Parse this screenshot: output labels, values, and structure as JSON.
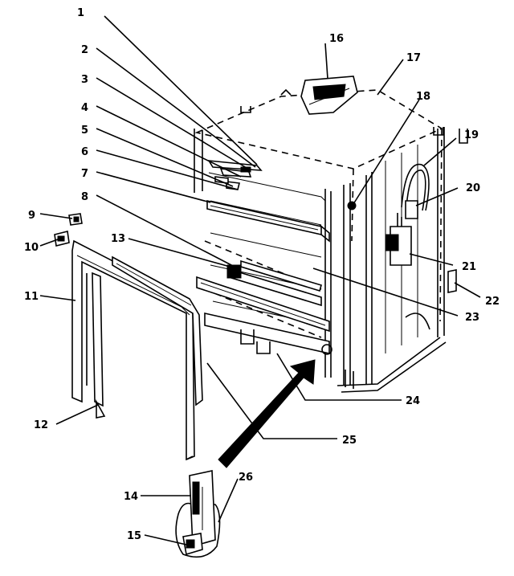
{
  "diagram": {
    "callouts": [
      {
        "id": "1",
        "label": "1"
      },
      {
        "id": "2",
        "label": "2"
      },
      {
        "id": "3",
        "label": "3"
      },
      {
        "id": "4",
        "label": "4"
      },
      {
        "id": "5",
        "label": "5"
      },
      {
        "id": "6",
        "label": "6"
      },
      {
        "id": "7",
        "label": "7"
      },
      {
        "id": "8",
        "label": "8"
      },
      {
        "id": "9",
        "label": "9"
      },
      {
        "id": "10",
        "label": "10"
      },
      {
        "id": "11",
        "label": "11"
      },
      {
        "id": "12",
        "label": "12"
      },
      {
        "id": "13",
        "label": "13"
      },
      {
        "id": "14",
        "label": "14"
      },
      {
        "id": "15",
        "label": "15"
      },
      {
        "id": "16",
        "label": "16"
      },
      {
        "id": "17",
        "label": "17"
      },
      {
        "id": "18",
        "label": "18"
      },
      {
        "id": "19",
        "label": "19"
      },
      {
        "id": "20",
        "label": "20"
      },
      {
        "id": "21",
        "label": "21"
      },
      {
        "id": "22",
        "label": "22"
      },
      {
        "id": "23",
        "label": "23"
      },
      {
        "id": "24",
        "label": "24"
      },
      {
        "id": "25",
        "label": "25"
      },
      {
        "id": "26",
        "label": "26"
      }
    ],
    "line_color": "#000000",
    "background": "#ffffff"
  }
}
